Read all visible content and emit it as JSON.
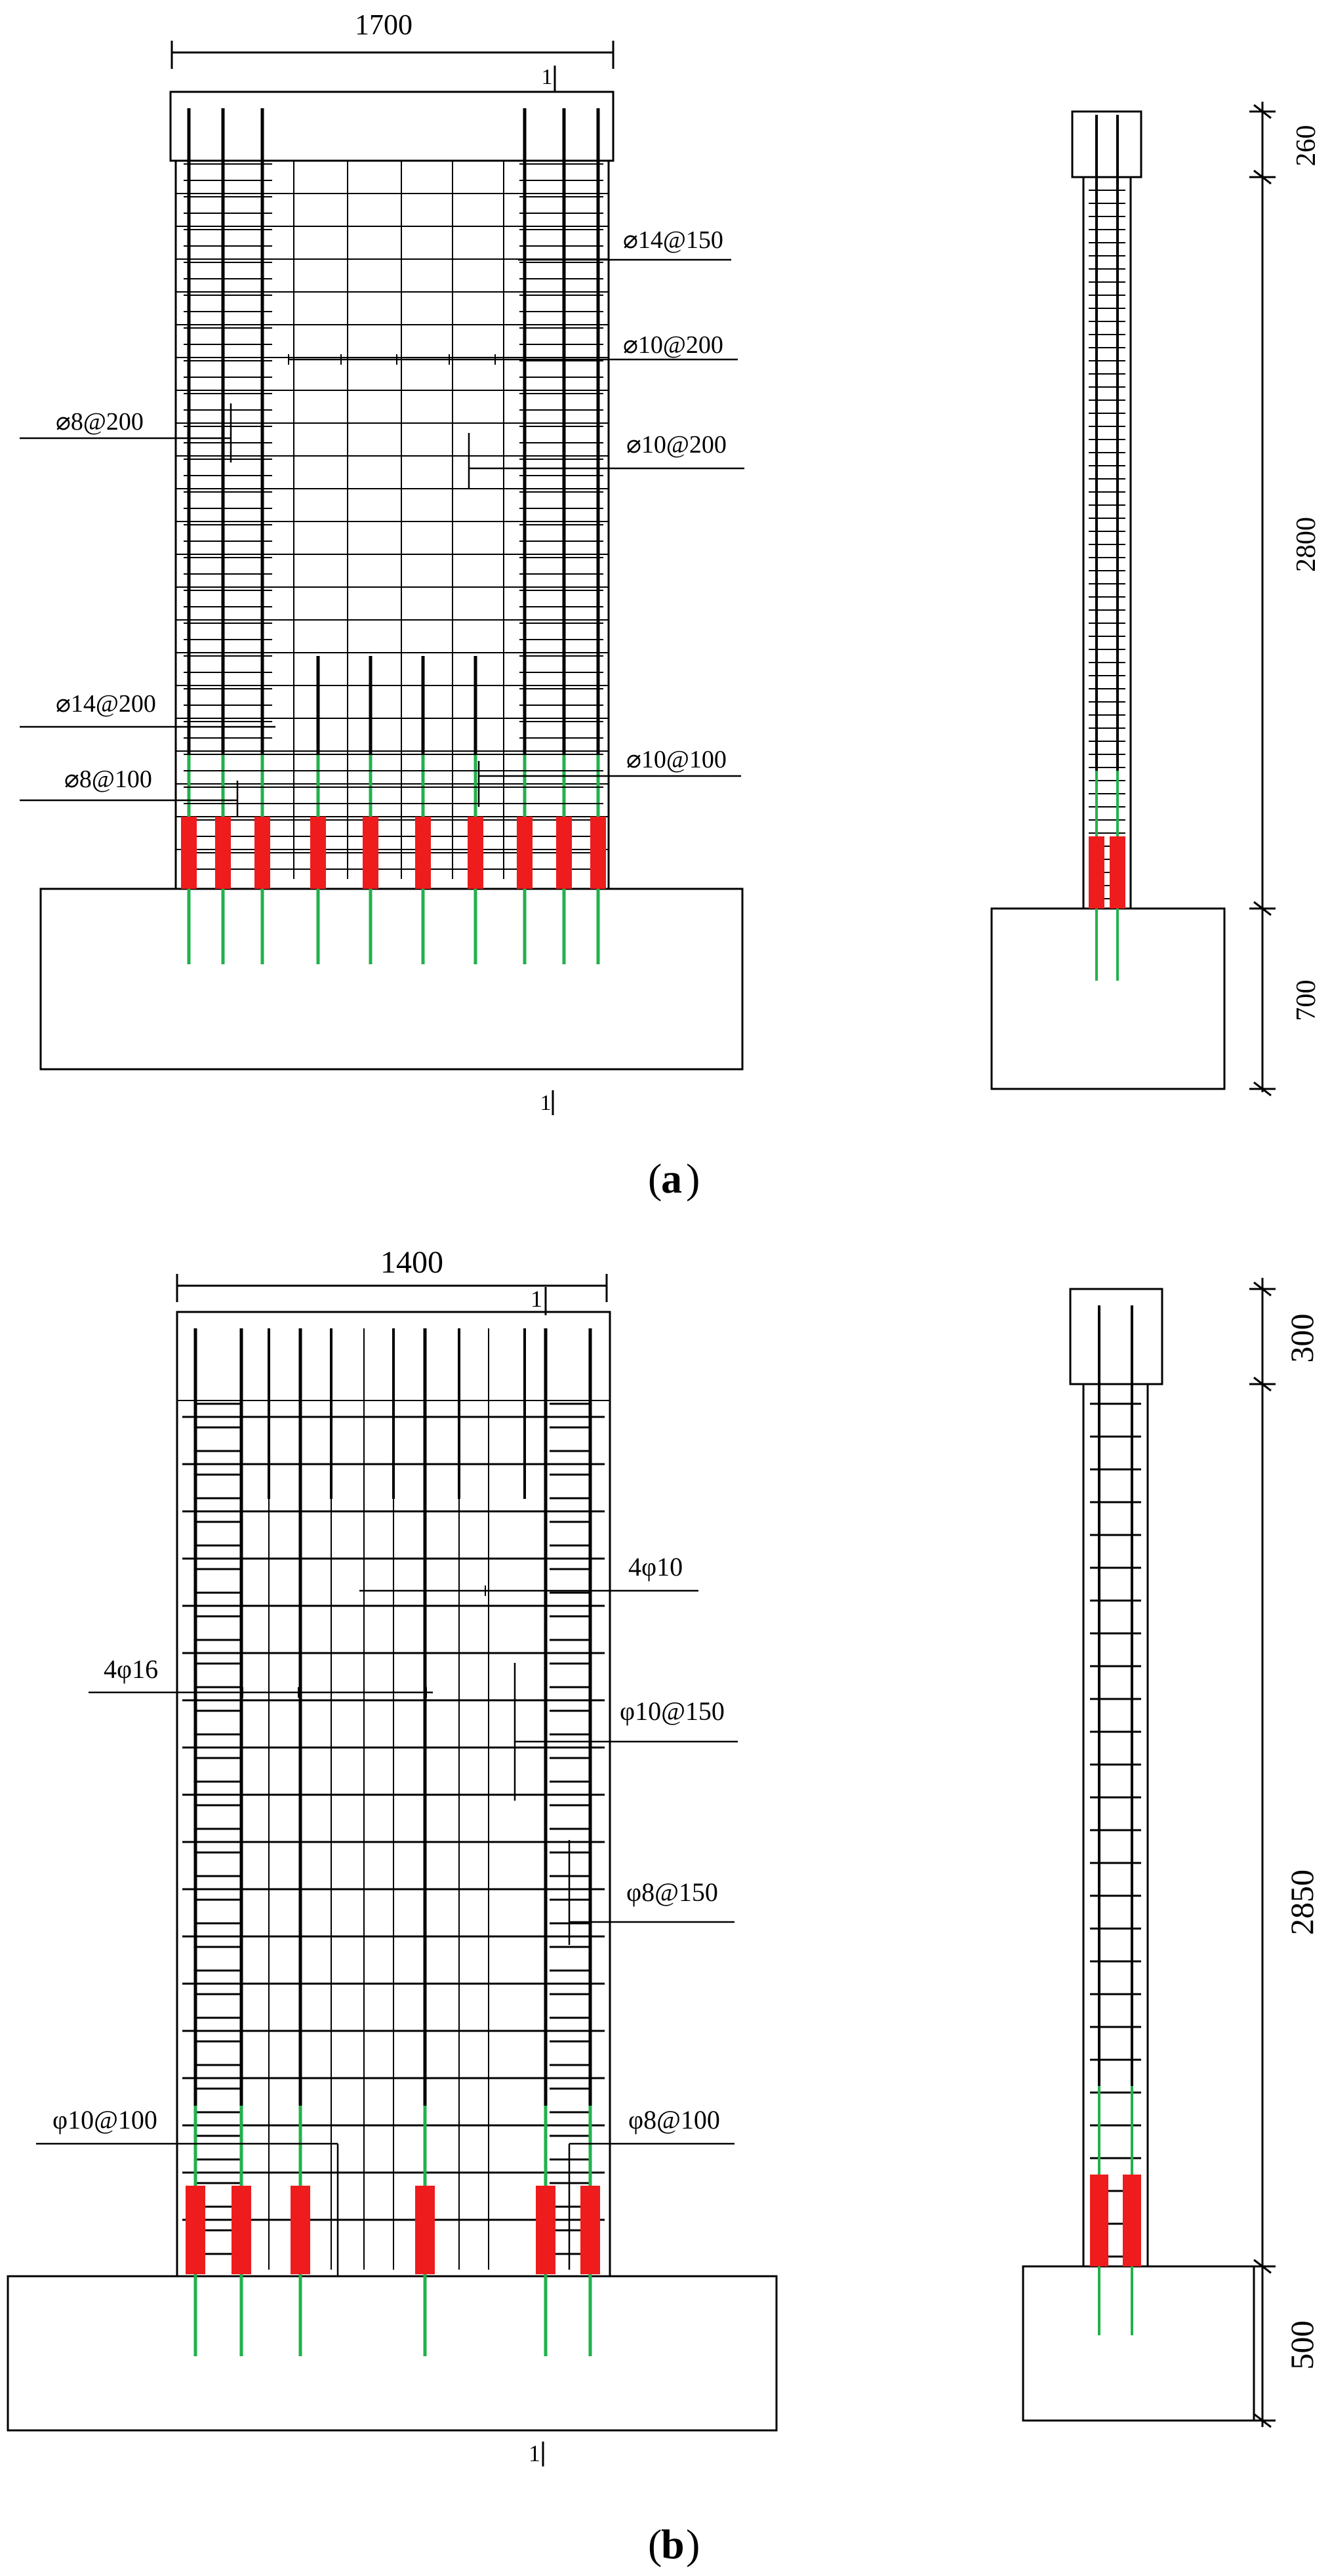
{
  "colors": {
    "ink": "#000000",
    "anchor": "#ee1c1c",
    "bar": "#22b14c",
    "background": "#ffffff"
  },
  "panel_a": {
    "width_dim": "1700",
    "section_mark": "1",
    "rebar_labels": [
      "⌀14@150",
      "⌀10@200",
      "⌀8@200",
      "⌀10@200",
      "⌀14@200",
      "⌀8@100",
      "⌀10@100"
    ],
    "side_dims": [
      "260",
      "2800",
      "700"
    ],
    "caption_letter": "a"
  },
  "panel_b": {
    "width_dim": "1400",
    "section_mark": "1",
    "rebar_labels": [
      "4φ10",
      "4φ16",
      "φ10@150",
      "φ8@150",
      "φ10@100",
      "φ8@100"
    ],
    "side_dims": [
      "300",
      "2850",
      "500"
    ],
    "caption_letter": "b"
  }
}
